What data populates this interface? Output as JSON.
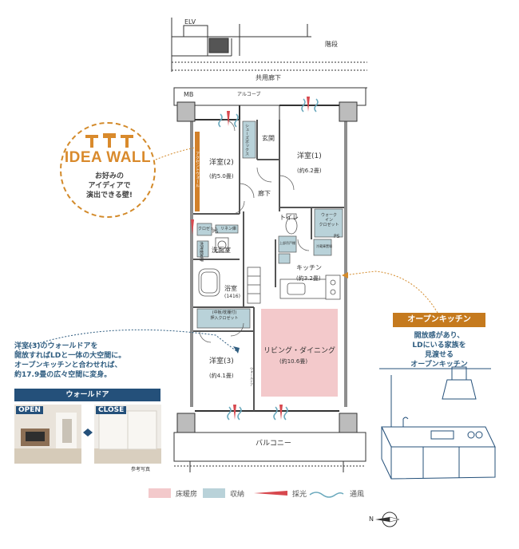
{
  "floorplan": {
    "elv_label": "ELV",
    "stairs_label": "階段",
    "corridor_label": "共用廊下",
    "alcove_label": "アルコーブ",
    "mb_label": "MB",
    "entrance_label": "玄関",
    "shoes_closet_label": "シューズボックス",
    "hall_label": "廊下",
    "toilet_label": "トイレ",
    "wic_label": "ウォーク\nイン\nクロゼット",
    "walk_in_label_lines": [
      "ウォーク",
      "イン",
      "クロゼット"
    ],
    "western1_name": "洋室(1)",
    "western1_size": "(約6.2畳)",
    "western2_name": "洋室(2)",
    "western2_size": "(約5.0畳)",
    "western3_name": "洋室(3)",
    "western3_size": "(約4.1畳)",
    "accent_wall_label": "アクセントウォール",
    "closet_label": "クロゼット",
    "linen_label": "リネン庫",
    "washroom_label": "洗面室",
    "bath_name": "浴室",
    "bath_size": "(1416)",
    "kitchen_name": "キッチン",
    "kitchen_size": "(約3.2畳)",
    "storage_label": "上部吊戸棚",
    "pantry_label": "冷蔵庫置場",
    "ps_label": "PS",
    "walk_in_closet2_label": "(中板/枕棚付)\n押入クロゼット",
    "closet2_line1": "(中板/枕棚付)",
    "closet2_line2": "押入クロゼット",
    "living_name": "リビング・ダイニング",
    "living_size": "(約10.6畳)",
    "wall_door_label": "ウォールドア",
    "balcony_label": "バルコニー",
    "washer_label": "洗濯機置場"
  },
  "idea_wall": {
    "title": "IDEA WALL",
    "line1": "お好みの",
    "line2": "アイディアで",
    "line3": "演出できる壁!"
  },
  "open_kitchen": {
    "title": "オープンキッチン",
    "line1": "開放感があり、",
    "line2": "LDにいる家族を",
    "line3": "見渡せる",
    "line4": "オープンキッチン"
  },
  "western3_note": {
    "line1": "洋室(3)のウォールドアを",
    "line2": "開放すればLDと一体の大空間に。",
    "line3": "オープンキッチンと合わせれば、",
    "line4": "約17.9畳の広々空間に変身。"
  },
  "wall_door_box": {
    "title": "ウォールドア",
    "open_tag": "OPEN",
    "close_tag": "CLOSE",
    "caption": "参考写真"
  },
  "legend": {
    "floor_heating": "床暖房",
    "storage": "収納",
    "daylight": "採光",
    "ventilation": "通風"
  },
  "colors": {
    "floor_heating": "#f3c9cb",
    "storage": "#b9d2d9",
    "accent_orange": "#c57a1e",
    "accent_blue": "#24507a",
    "daylight_red": "#d7484e",
    "vent_teal": "#6aa9bd"
  },
  "compass_label": "N"
}
